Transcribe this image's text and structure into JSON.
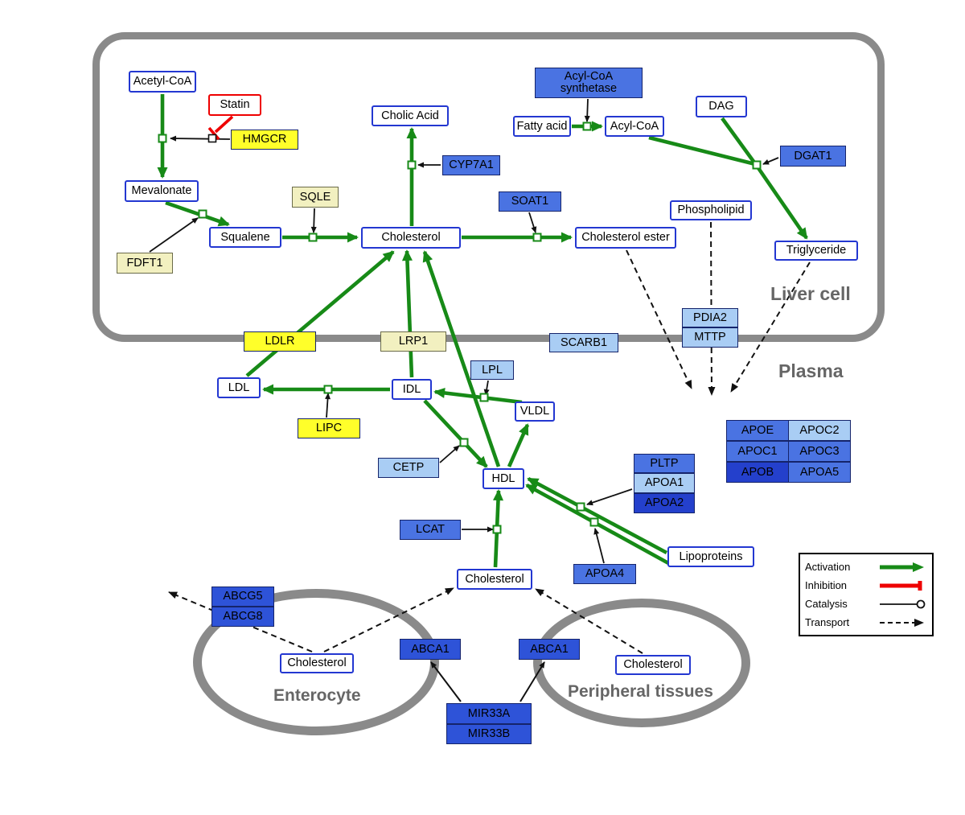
{
  "palette": {
    "green": "#178a17",
    "red": "#ee0000",
    "yellow": "#ffff2a",
    "pale_yellow": "#f2f0c0",
    "blue": "#4a73e2",
    "blue_light": "#a9cdf4",
    "blue_strong": "#2e53d8",
    "blue_dark": "#2440cc",
    "metab_border": "#2337d1",
    "border_navy": "#15246b",
    "membrane": "#8a8a8a",
    "label_gray": "#666666"
  },
  "regions": {
    "liver": "Liver cell",
    "plasma": "Plasma",
    "enterocyte": "Enterocyte",
    "peripheral": "Peripheral tissues"
  },
  "nodes": {
    "acetyl_coa": "Acetyl-CoA",
    "statin": "Statin",
    "hmgcr": "HMGCR",
    "mevalonate": "Mevalonate",
    "fdft1": "FDFT1",
    "squalene": "Squalene",
    "sqle": "SQLE",
    "cholesterol_liver": "Cholesterol",
    "cholic_acid": "Cholic Acid",
    "cyp7a1": "CYP7A1",
    "soat1": "SOAT1",
    "acyl_coa_synthetase": "Acyl-CoA synthetase",
    "fatty_acid": "Fatty acid",
    "acyl_coa": "Acyl-CoA",
    "dag": "DAG",
    "dgat1": "DGAT1",
    "phospholipid": "Phospholipid",
    "triglyceride": "Triglyceride",
    "cholesterol_ester": "Cholesterol ester",
    "ldlr": "LDLR",
    "lrp1": "LRP1",
    "scarb1": "SCARB1",
    "pdia2": "PDIA2",
    "mttp": "MTTP",
    "ldl": "LDL",
    "idl": "IDL",
    "lpl": "LPL",
    "vldl": "VLDL",
    "lipc": "LIPC",
    "cetp": "CETP",
    "hdl": "HDL",
    "pltp": "PLTP",
    "apoa1": "APOA1",
    "apoa2": "APOA2",
    "apoe": "APOE",
    "apoc2": "APOC2",
    "apoc1": "APOC1",
    "apoc3": "APOC3",
    "apob": "APOB",
    "apoa5": "APOA5",
    "lcat": "LCAT",
    "apoa4": "APOA4",
    "lipoproteins": "Lipoproteins",
    "cholesterol_plasma": "Cholesterol",
    "abcg5": "ABCG5",
    "abcg8": "ABCG8",
    "cholesterol_enterocyte": "Cholesterol",
    "abca1_enterocyte": "ABCA1",
    "abca1_peripheral": "ABCA1",
    "cholesterol_peripheral": "Cholesterol",
    "mir33a": "MIR33A",
    "mir33b": "MIR33B"
  },
  "legend": {
    "activation": "Activation",
    "inhibition": "Inhibition",
    "catalysis": "Catalysis",
    "transport": "Transport"
  }
}
